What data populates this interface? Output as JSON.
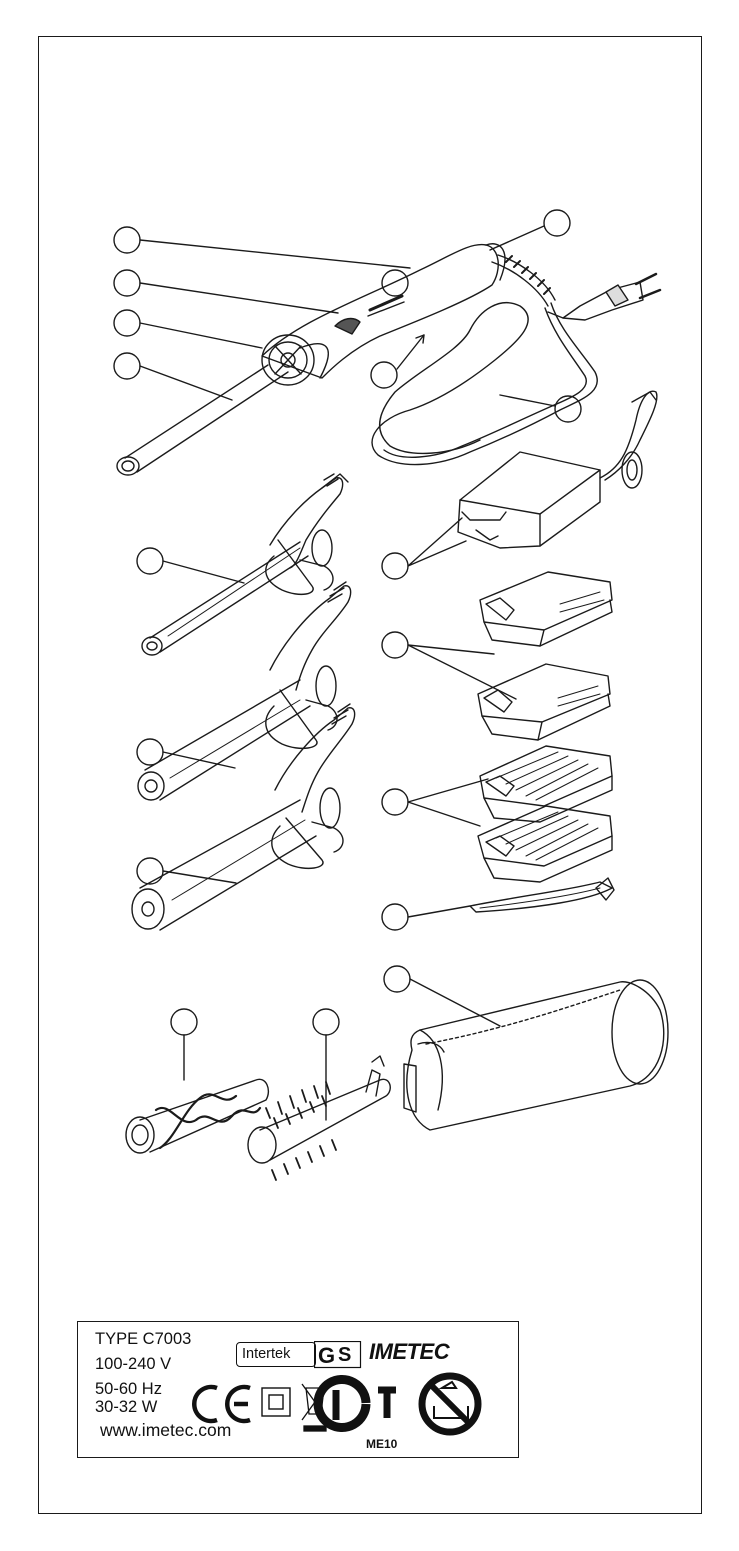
{
  "rating_plate": {
    "type_line": "TYPE C7003",
    "voltage_line": "100-240 V",
    "frequency_line": "50-60 Hz",
    "power_line": "30-32 W",
    "website": "www.imetec.com",
    "certifier": "Intertek",
    "brand": "IMETEC",
    "approval_code": "ME10"
  },
  "icons": {
    "ce": "ce-mark-icon",
    "class2": "double-insulation-icon",
    "weee": "crossed-bin-icon",
    "pct": "pct-certification-icon",
    "no_water": "no-bath-use-icon",
    "gs": "gs-safety-mark-icon"
  }
}
